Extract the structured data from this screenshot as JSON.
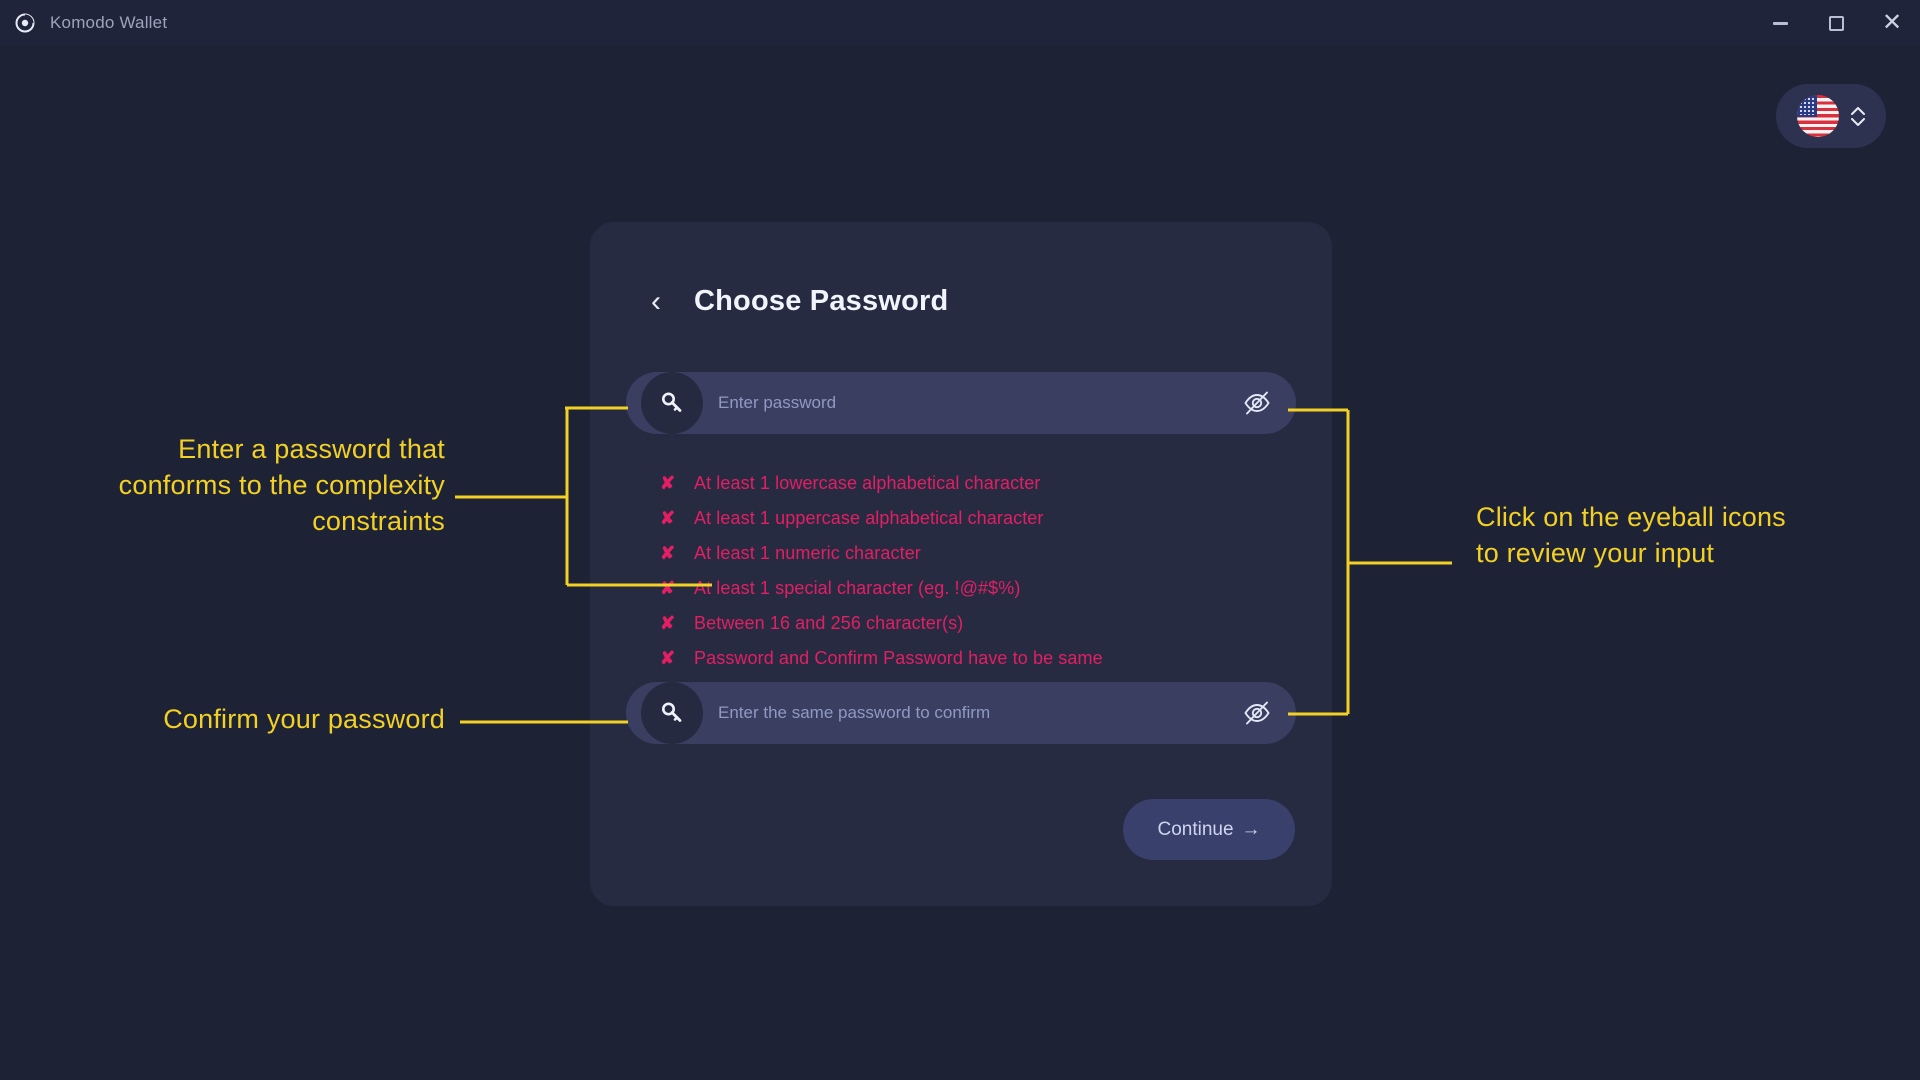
{
  "window": {
    "title": "Komodo Wallet",
    "logo_icon": "komodo-circle-icon",
    "minimize_label": "Minimize",
    "maximize_label": "Maximize",
    "close_label": "Close"
  },
  "language_selector": {
    "flag": "us-flag",
    "chevron_icon": "chevron-up-down-icon"
  },
  "card": {
    "back_icon": "chevron-left-icon",
    "title": "Choose Password",
    "password_field": {
      "icon": "key-icon",
      "placeholder": "Enter password",
      "value": "",
      "toggle_icon": "eye-off-icon"
    },
    "confirm_field": {
      "icon": "key-icon",
      "placeholder": "Enter the same password to confirm",
      "value": "",
      "toggle_icon": "eye-off-icon"
    },
    "rules": [
      {
        "mark": "✘",
        "text": "At least 1 lowercase alphabetical character"
      },
      {
        "mark": "✘",
        "text": "At least 1 uppercase alphabetical character"
      },
      {
        "mark": "✘",
        "text": "At least 1 numeric character"
      },
      {
        "mark": "✘",
        "text": "At least 1 special character (eg. !@#$%)"
      },
      {
        "mark": "✘",
        "text": "Between 16 and 256 character(s)"
      },
      {
        "mark": "✘",
        "text": "Password and Confirm Password have to be same"
      }
    ],
    "continue": {
      "label": "Continue",
      "arrow": "→"
    }
  },
  "annotations": {
    "left_top": "Enter a password that conforms to the complexity constraints",
    "left_bottom": "Confirm your password",
    "right": "Click on the eyeball icons to review your input"
  },
  "colors": {
    "page_background": "#1e2235",
    "card_background": "#272b42",
    "field_background": "#3a3f62",
    "error_text": "#e41e63",
    "annotation": "#f2d024",
    "button_background": "#39406b"
  }
}
